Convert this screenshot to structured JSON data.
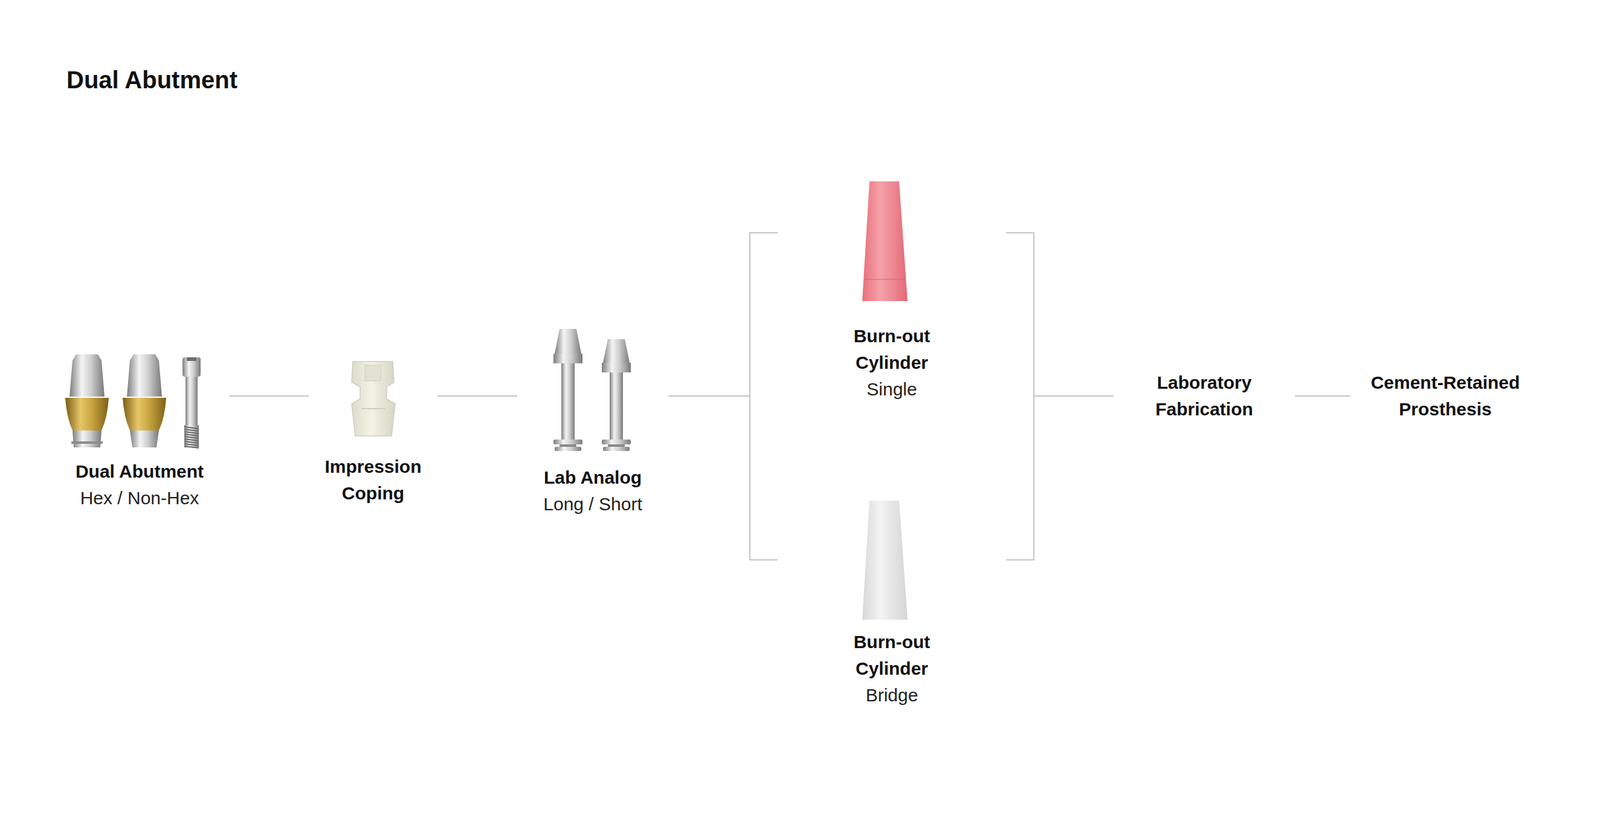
{
  "diagram": {
    "title": "Dual Abutment",
    "nodes": [
      {
        "text": [
          "Dual Abutment",
          "Hex / Non-Hex"
        ]
      },
      {
        "text": [
          "Impression Coping"
        ]
      },
      {
        "text": [
          "Lab Analog",
          "Long / Short"
        ]
      },
      {
        "text": [
          "Burn-out Cylinder",
          "Single"
        ]
      },
      {
        "text": [
          "Burn-out Cylinder",
          "Bridge"
        ]
      },
      {
        "text": [
          "Laboratory Fabrication"
        ]
      },
      {
        "text": [
          "Cement-Retained Prosthesis"
        ]
      }
    ],
    "edges": [
      {
        "from": 0,
        "to": 1,
        "arrow": "none"
      },
      {
        "from": 1,
        "to": 2,
        "arrow": "none"
      },
      {
        "from": 2,
        "to": 3,
        "arrow": "none"
      },
      {
        "from": 2,
        "to": 4,
        "arrow": "none"
      },
      {
        "from": 3,
        "to": 5,
        "arrow": "none"
      },
      {
        "from": 4,
        "to": 5,
        "arrow": "none"
      },
      {
        "from": 5,
        "to": 6,
        "arrow": "none"
      }
    ]
  }
}
